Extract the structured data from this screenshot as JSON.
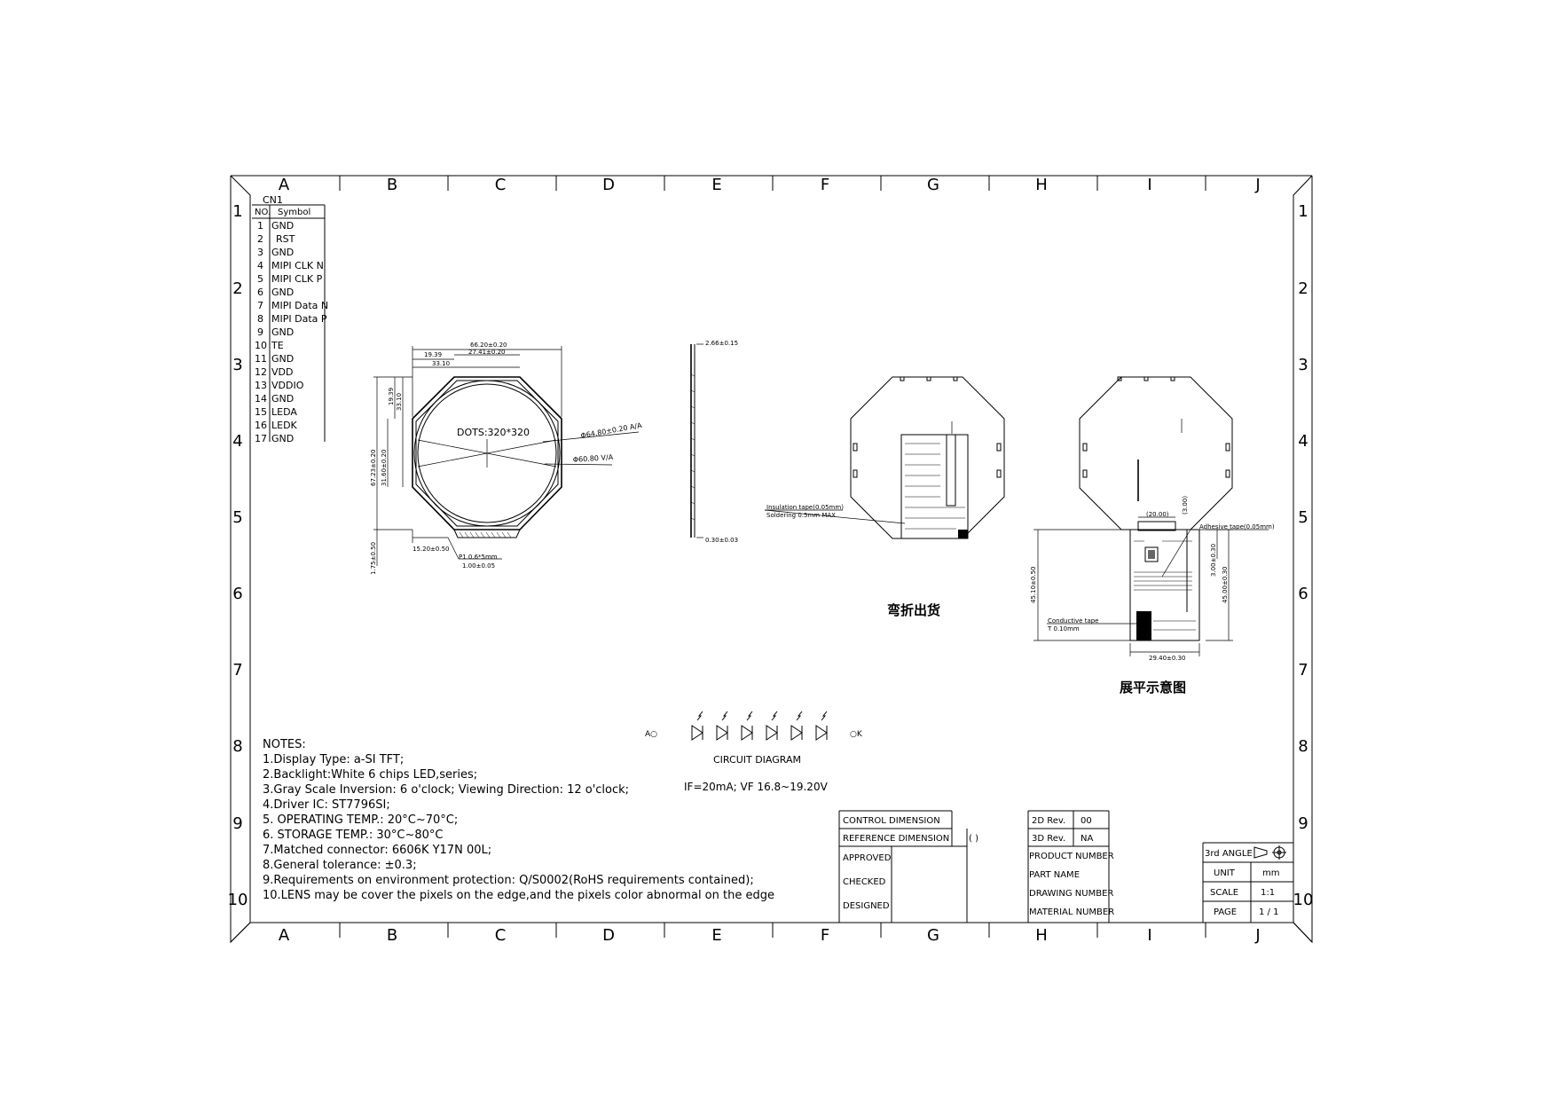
{
  "grid": {
    "columns": [
      "A",
      "B",
      "C",
      "D",
      "E",
      "F",
      "G",
      "H",
      "I",
      "J"
    ],
    "rows": [
      "1",
      "2",
      "3",
      "4",
      "5",
      "6",
      "7",
      "8",
      "9",
      "10"
    ]
  },
  "pin_table": {
    "title": "CN1",
    "header_no": "NO.",
    "header_symbol": "Symbol",
    "rows": [
      {
        "no": "1",
        "symbol": "GND"
      },
      {
        "no": "2",
        "symbol": "RST"
      },
      {
        "no": "3",
        "symbol": "GND"
      },
      {
        "no": "4",
        "symbol": "MIPI CLK N"
      },
      {
        "no": "5",
        "symbol": "MIPI CLK P"
      },
      {
        "no": "6",
        "symbol": "GND"
      },
      {
        "no": "7",
        "symbol": "MIPI Data N"
      },
      {
        "no": "8",
        "symbol": "MIPI Data P"
      },
      {
        "no": "9",
        "symbol": "GND"
      },
      {
        "no": "10",
        "symbol": "TE"
      },
      {
        "no": "11",
        "symbol": "GND"
      },
      {
        "no": "12",
        "symbol": "VDD"
      },
      {
        "no": "13",
        "symbol": "VDDIO"
      },
      {
        "no": "14",
        "symbol": "GND"
      },
      {
        "no": "15",
        "symbol": "LEDA"
      },
      {
        "no": "16",
        "symbol": "LEDK"
      },
      {
        "no": "17",
        "symbol": "GND"
      }
    ]
  },
  "front_view": {
    "dots": "DOTS:320*320",
    "dim_total_w": "66.20±0.20",
    "dim_inner_w": "27.41±0.20",
    "dim_left_a": "19.39",
    "dim_left_b": "33.10",
    "dim_height": "67.23±0.20",
    "dim_vert_inner": "31.60±0.20",
    "dim_vert_a": "19.39",
    "dim_vert_b": "33.10",
    "dim_aa": "Φ64.80±0.20 A/A",
    "dim_va": "Φ60.80 V/A",
    "dim_tail": "1.75±0.50",
    "dim_fpc_offset": "15.20±0.50",
    "pin_note": "P1 0.6*5mm",
    "pin_tol": "1.00±0.05"
  },
  "side_view": {
    "thickness": "2.66±0.15",
    "fpc_thickness": "0.30±0.03"
  },
  "bent_view": {
    "callout_a": "Insulation tape(0.05mm)",
    "callout_b": "Soldering 0.5mm MAX",
    "caption": "弯折出货"
  },
  "flat_view": {
    "dim_top": "(20.00)",
    "dim_small": "(3.00)",
    "callout_adhesive": "Adhesive tape(0.05mm)",
    "dim_left": "45.10±0.50",
    "dim_right_a": "3.00±0.30",
    "dim_right_b": "45.00±0.30",
    "callout_conductive": "Conductive tape",
    "callout_conductive_t": "T 0.10mm",
    "dim_bottom": "29.40±0.30",
    "caption": "展平示意图"
  },
  "circuit": {
    "anode": "A○",
    "cathode": "○K",
    "title": "CIRCUIT DIAGRAM",
    "spec": "IF=20mA; VF 16.8~19.20V"
  },
  "notes": {
    "title": "NOTES:",
    "items": [
      "1.Display Type: a-SI TFT;",
      "2.Backlight:White 6 chips LED,series;",
      "3.Gray Scale Inversion: 6 o'clock; Viewing Direction: 12 o'clock;",
      "4.Driver IC: ST7796SI;",
      "5. OPERATING TEMP.:    20°C~70°C;",
      "6. STORAGE TEMP.:    30°C~80°C",
      "7.Matched connector: 6606K Y17N 00L;",
      "8.General tolerance: ±0.3;",
      "9.Requirements on environment protection: Q/S0002(RoHS requirements contained);",
      "10.LENS may be cover the pixels on the edge,and the pixels color abnormal on the edge"
    ]
  },
  "title_block": {
    "control_dimension": "CONTROL DIMENSION",
    "reference_dimension": "REFERENCE DIMENSION",
    "reference_symbol": "(  )",
    "approved": "APPROVED",
    "checked": "CHECKED",
    "designed": "DESIGNED",
    "rev2d_label": "2D Rev.",
    "rev2d_value": "00",
    "rev3d_label": "3D Rev.",
    "rev3d_value": "NA",
    "product_number": "PRODUCT NUMBER",
    "part_name": "PART NAME",
    "drawing_number": "DRAWING NUMBER",
    "material_number": "MATERIAL NUMBER",
    "angle_label": "3rd ANGLE",
    "unit_label": "UNIT",
    "unit_value": "mm",
    "scale_label": "SCALE",
    "scale_value": "1:1",
    "page_label": "PAGE",
    "page_value": "1 / 1"
  }
}
